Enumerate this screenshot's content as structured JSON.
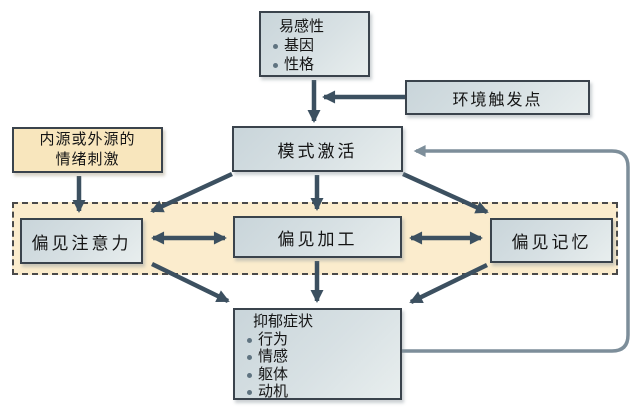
{
  "diagram": {
    "title_hint": "cognitive-model-flowchart",
    "colors": {
      "background": "#ffffff",
      "node_fill_light": "#d3dde0",
      "node_border": "#3a434c",
      "yellow_fill": "#f8e6bd",
      "band_fill": "#fbeccd",
      "band_border": "#4a4a4a",
      "arrow_dark": "#3c5060",
      "arrow_feedback": "#7d8e9a",
      "text": "#141414",
      "bullet": "#5f7380"
    },
    "nodes": {
      "vulnerability": {
        "title": "易感性",
        "bullets": [
          "基因",
          "性格"
        ]
      },
      "environment_trigger": {
        "label": "环境触发点"
      },
      "emotional_stimulus": {
        "line1": "内源或外源的",
        "line2": "情绪刺激"
      },
      "schema_activation": {
        "label": "模式激活"
      },
      "biased_attention": {
        "label": "偏见注意力"
      },
      "biased_processing": {
        "label": "偏见加工"
      },
      "biased_memory": {
        "label": "偏见记忆"
      },
      "depression_symptoms": {
        "title": "抑郁症状",
        "bullets": [
          "行为",
          "情感",
          "躯体",
          "动机"
        ]
      }
    }
  }
}
